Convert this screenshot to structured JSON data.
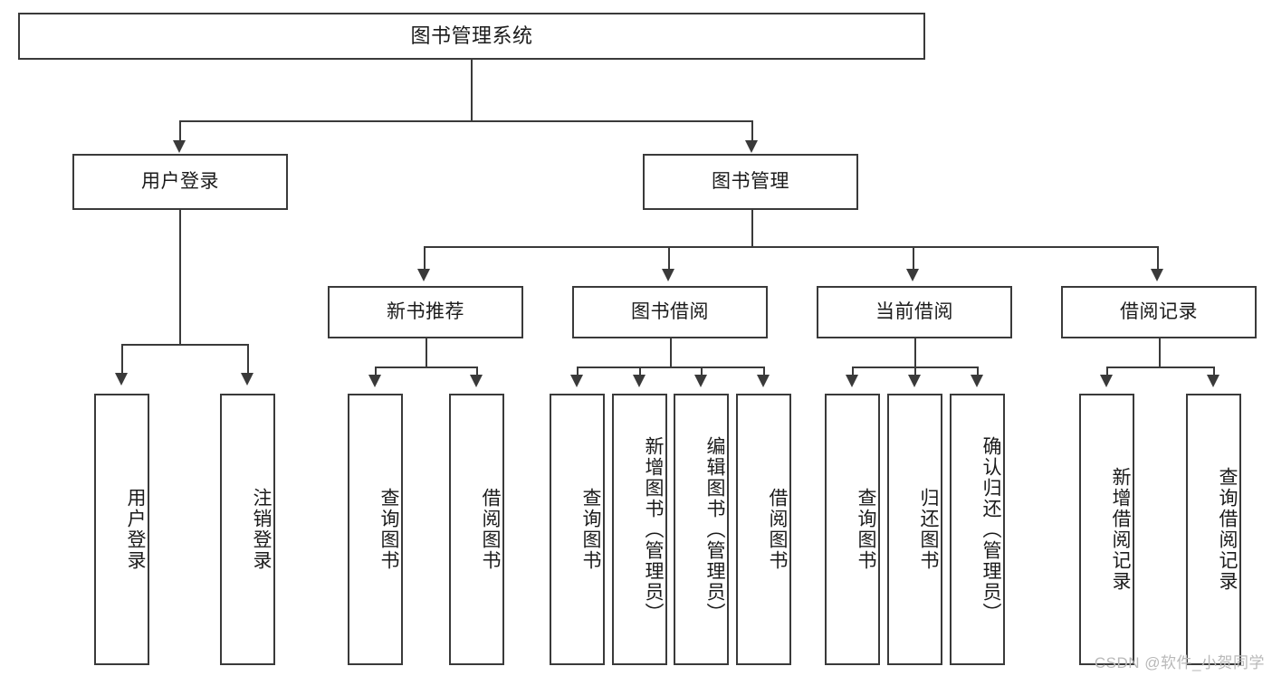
{
  "diagram": {
    "title": "图书管理系统",
    "type": "tree-hierarchy",
    "colors": {
      "box_border": "#3a3a3a",
      "box_fill": "#ffffff",
      "connector": "#3a3a3a",
      "text": "#1b1b1b",
      "watermark": "#b9b9b9",
      "background": "#ffffff"
    }
  },
  "root": {
    "label": "图书管理系统"
  },
  "level2": [
    {
      "id": "user-login",
      "label": "用户登录"
    },
    {
      "id": "book-management",
      "label": "图书管理"
    }
  ],
  "level3": [
    {
      "id": "new-book-recommend",
      "label": "新书推荐"
    },
    {
      "id": "book-borrow",
      "label": "图书借阅"
    },
    {
      "id": "current-borrow",
      "label": "当前借阅"
    },
    {
      "id": "borrow-record",
      "label": "借阅记录"
    }
  ],
  "leaves": {
    "user_login": [
      {
        "id": "leaf-user-login",
        "label": "用户登录"
      },
      {
        "id": "leaf-logout-login",
        "label": "注销登录"
      }
    ],
    "new_book_recommend": [
      {
        "id": "leaf-query-book-1",
        "label": "查询图书"
      },
      {
        "id": "leaf-borrow-book-1",
        "label": "借阅图书"
      }
    ],
    "book_borrow": [
      {
        "id": "leaf-query-book-2",
        "label": "查询图书"
      },
      {
        "id": "leaf-add-book",
        "label": "新增图书（管理员）"
      },
      {
        "id": "leaf-edit-book",
        "label": "编辑图书（管理员）"
      },
      {
        "id": "leaf-borrow-book-2",
        "label": "借阅图书"
      }
    ],
    "current_borrow": [
      {
        "id": "leaf-query-book-3",
        "label": "查询图书"
      },
      {
        "id": "leaf-return-book",
        "label": "归还图书"
      },
      {
        "id": "leaf-confirm-return",
        "label": "确认归还（管理员）"
      }
    ],
    "borrow_record": [
      {
        "id": "leaf-add-record",
        "label": "新增借阅记录"
      },
      {
        "id": "leaf-query-record",
        "label": "查询借阅记录"
      }
    ]
  },
  "watermark": {
    "text": "CSDN @软件_小贺同学"
  }
}
